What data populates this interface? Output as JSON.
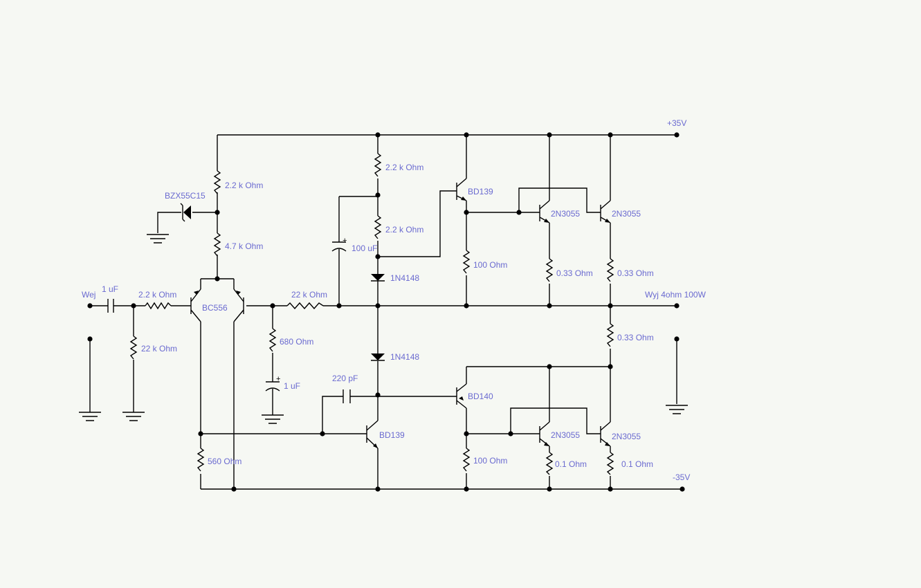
{
  "rails": {
    "positive": "+35V",
    "negative": "-35V"
  },
  "io": {
    "input": "Wej",
    "output": "Wyj  4ohm 100W"
  },
  "labels": {
    "c_in": "1 uF",
    "r_in": "2.2 k Ohm",
    "r_bias_in": "22 k Ohm",
    "zener": "BZX55C15",
    "r_zener": "2.2 k Ohm",
    "r_tail": "4.7 k Ohm",
    "q_diff": "BC556",
    "r_feedback": "22 k Ohm",
    "r_fb_ground": "680  Ohm",
    "c_fb": "1 uF",
    "r_load_diff": "560  Ohm",
    "r_vas_top": "2.2 k Ohm",
    "r_vas_mid": "2.2 k Ohm",
    "c_bootstrap": "100 uF",
    "d1": "1N4148",
    "d2": "1N4148",
    "c_miller": "220 pF",
    "q_vas": "BD139",
    "q_driver_top": "BD139",
    "q_driver_bot": "BD140",
    "r_drv_top": "100  Ohm",
    "r_drv_bot": "100  Ohm",
    "q_out1": "2N3055",
    "q_out2": "2N3055",
    "q_out3": "2N3055",
    "q_out4": "2N3055",
    "r_emit1": "0.33  Ohm",
    "r_emit2": "0.33  Ohm",
    "r_emit_mid": "0.33  Ohm",
    "r_emit3": "0.1  Ohm",
    "r_emit4": "0.1  Ohm"
  }
}
